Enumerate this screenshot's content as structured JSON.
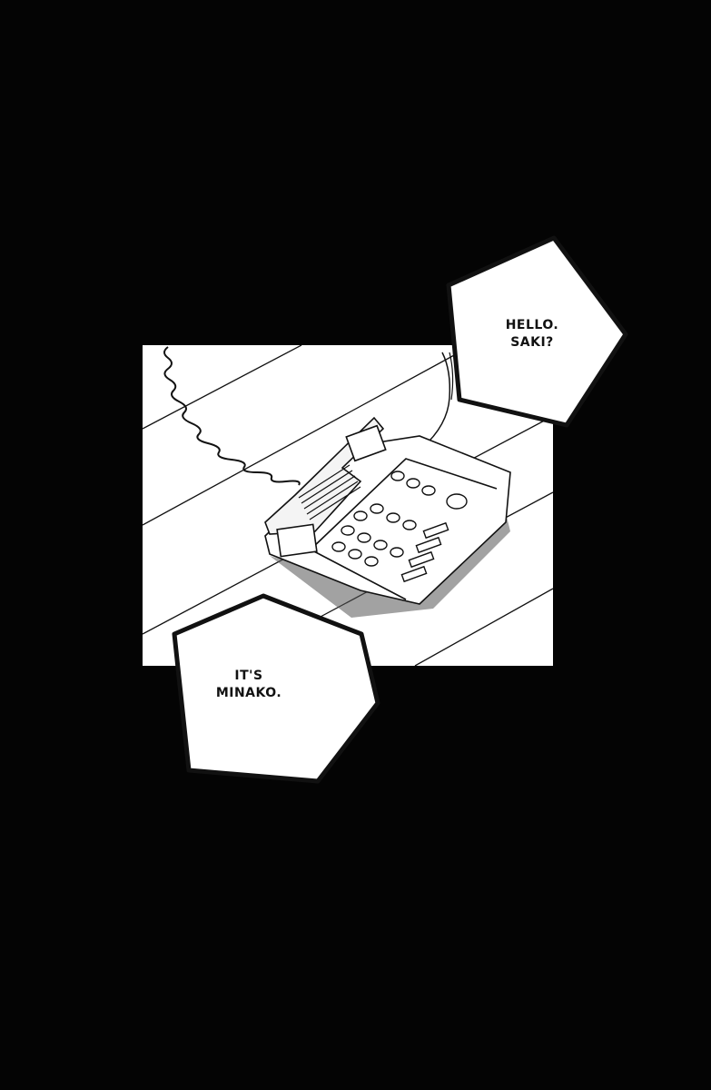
{
  "page": {
    "background_color": "#040404",
    "panel_color": "#ffffff",
    "ink_color": "#111111"
  },
  "panel": {
    "subject": "telephone-icon"
  },
  "bubbles": [
    {
      "lines": [
        "HELLO.",
        "SAKI?"
      ]
    },
    {
      "lines": [
        "IT'S",
        "MINAKO."
      ]
    }
  ]
}
